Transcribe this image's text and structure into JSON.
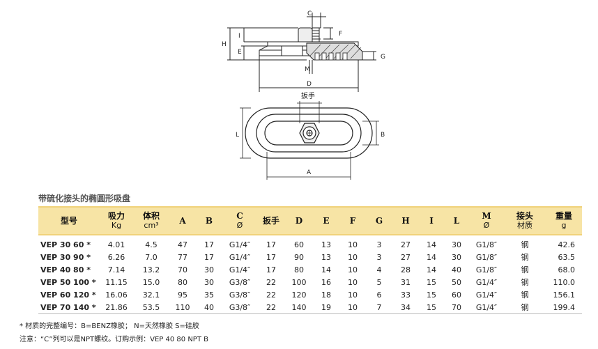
{
  "drawing": {
    "dim_labels": {
      "C": "C",
      "F": "F",
      "H": "H",
      "I": "I",
      "E": "E",
      "G": "G",
      "M": "M",
      "D": "D",
      "L": "L",
      "B": "B",
      "A": "A"
    },
    "wrench_label": "扳手"
  },
  "section_title": "带硫化接头的椭圆形吸盘",
  "table": {
    "headers": [
      {
        "main": "型号",
        "sub": ""
      },
      {
        "main": "吸力",
        "sub": "Kg"
      },
      {
        "main": "体积",
        "sub": "cm³"
      },
      {
        "main": "A",
        "sub": ""
      },
      {
        "main": "B",
        "sub": ""
      },
      {
        "main": "C",
        "sub": "Ø"
      },
      {
        "main": "扳手",
        "sub": ""
      },
      {
        "main": "D",
        "sub": ""
      },
      {
        "main": "E",
        "sub": ""
      },
      {
        "main": "F",
        "sub": ""
      },
      {
        "main": "G",
        "sub": ""
      },
      {
        "main": "H",
        "sub": ""
      },
      {
        "main": "I",
        "sub": ""
      },
      {
        "main": "L",
        "sub": ""
      },
      {
        "main": "M",
        "sub": "Ø"
      },
      {
        "main": "接头",
        "sub": "材质"
      },
      {
        "main": "重量",
        "sub": "g"
      }
    ],
    "rows": [
      [
        "VEP 30 60 *",
        "4.01",
        "4.5",
        "47",
        "17",
        "G1/4″",
        "17",
        "60",
        "13",
        "10",
        "3",
        "27",
        "14",
        "30",
        "G1/8″",
        "钢",
        "42.6"
      ],
      [
        "VEP 30 90 *",
        "6.26",
        "7.0",
        "77",
        "17",
        "G1/4″",
        "17",
        "90",
        "13",
        "10",
        "3",
        "27",
        "14",
        "30",
        "G1/8″",
        "钢",
        "63.5"
      ],
      [
        "VEP 40 80 *",
        "7.14",
        "13.2",
        "70",
        "30",
        "G1/4″",
        "17",
        "80",
        "14",
        "10",
        "4",
        "28",
        "14",
        "40",
        "G1/8″",
        "钢",
        "68.0"
      ],
      [
        "VEP 50 100 *",
        "11.15",
        "15.0",
        "80",
        "30",
        "G3/8″",
        "22",
        "100",
        "16",
        "10",
        "5",
        "31",
        "15",
        "50",
        "G1/4″",
        "钢",
        "110.0"
      ],
      [
        "VEP 60 120 *",
        "16.06",
        "32.1",
        "95",
        "35",
        "G3/8″",
        "22",
        "120",
        "18",
        "10",
        "6",
        "33",
        "15",
        "60",
        "G1/4″",
        "钢",
        "156.1"
      ],
      [
        "VEP 70 140 *",
        "21.86",
        "53.5",
        "110",
        "40",
        "G3/8″",
        "22",
        "140",
        "19",
        "10",
        "7",
        "34",
        "15",
        "70",
        "G1/4″",
        "钢",
        "199.4"
      ]
    ]
  },
  "footnotes": {
    "material": "* 材质的完整编号：B=BENZ橡胶； N=天然橡胶 S=硅胶",
    "note": "注意：“C”列可以是NPT螺纹。订购示例：VEP 40 80 NPT B"
  }
}
